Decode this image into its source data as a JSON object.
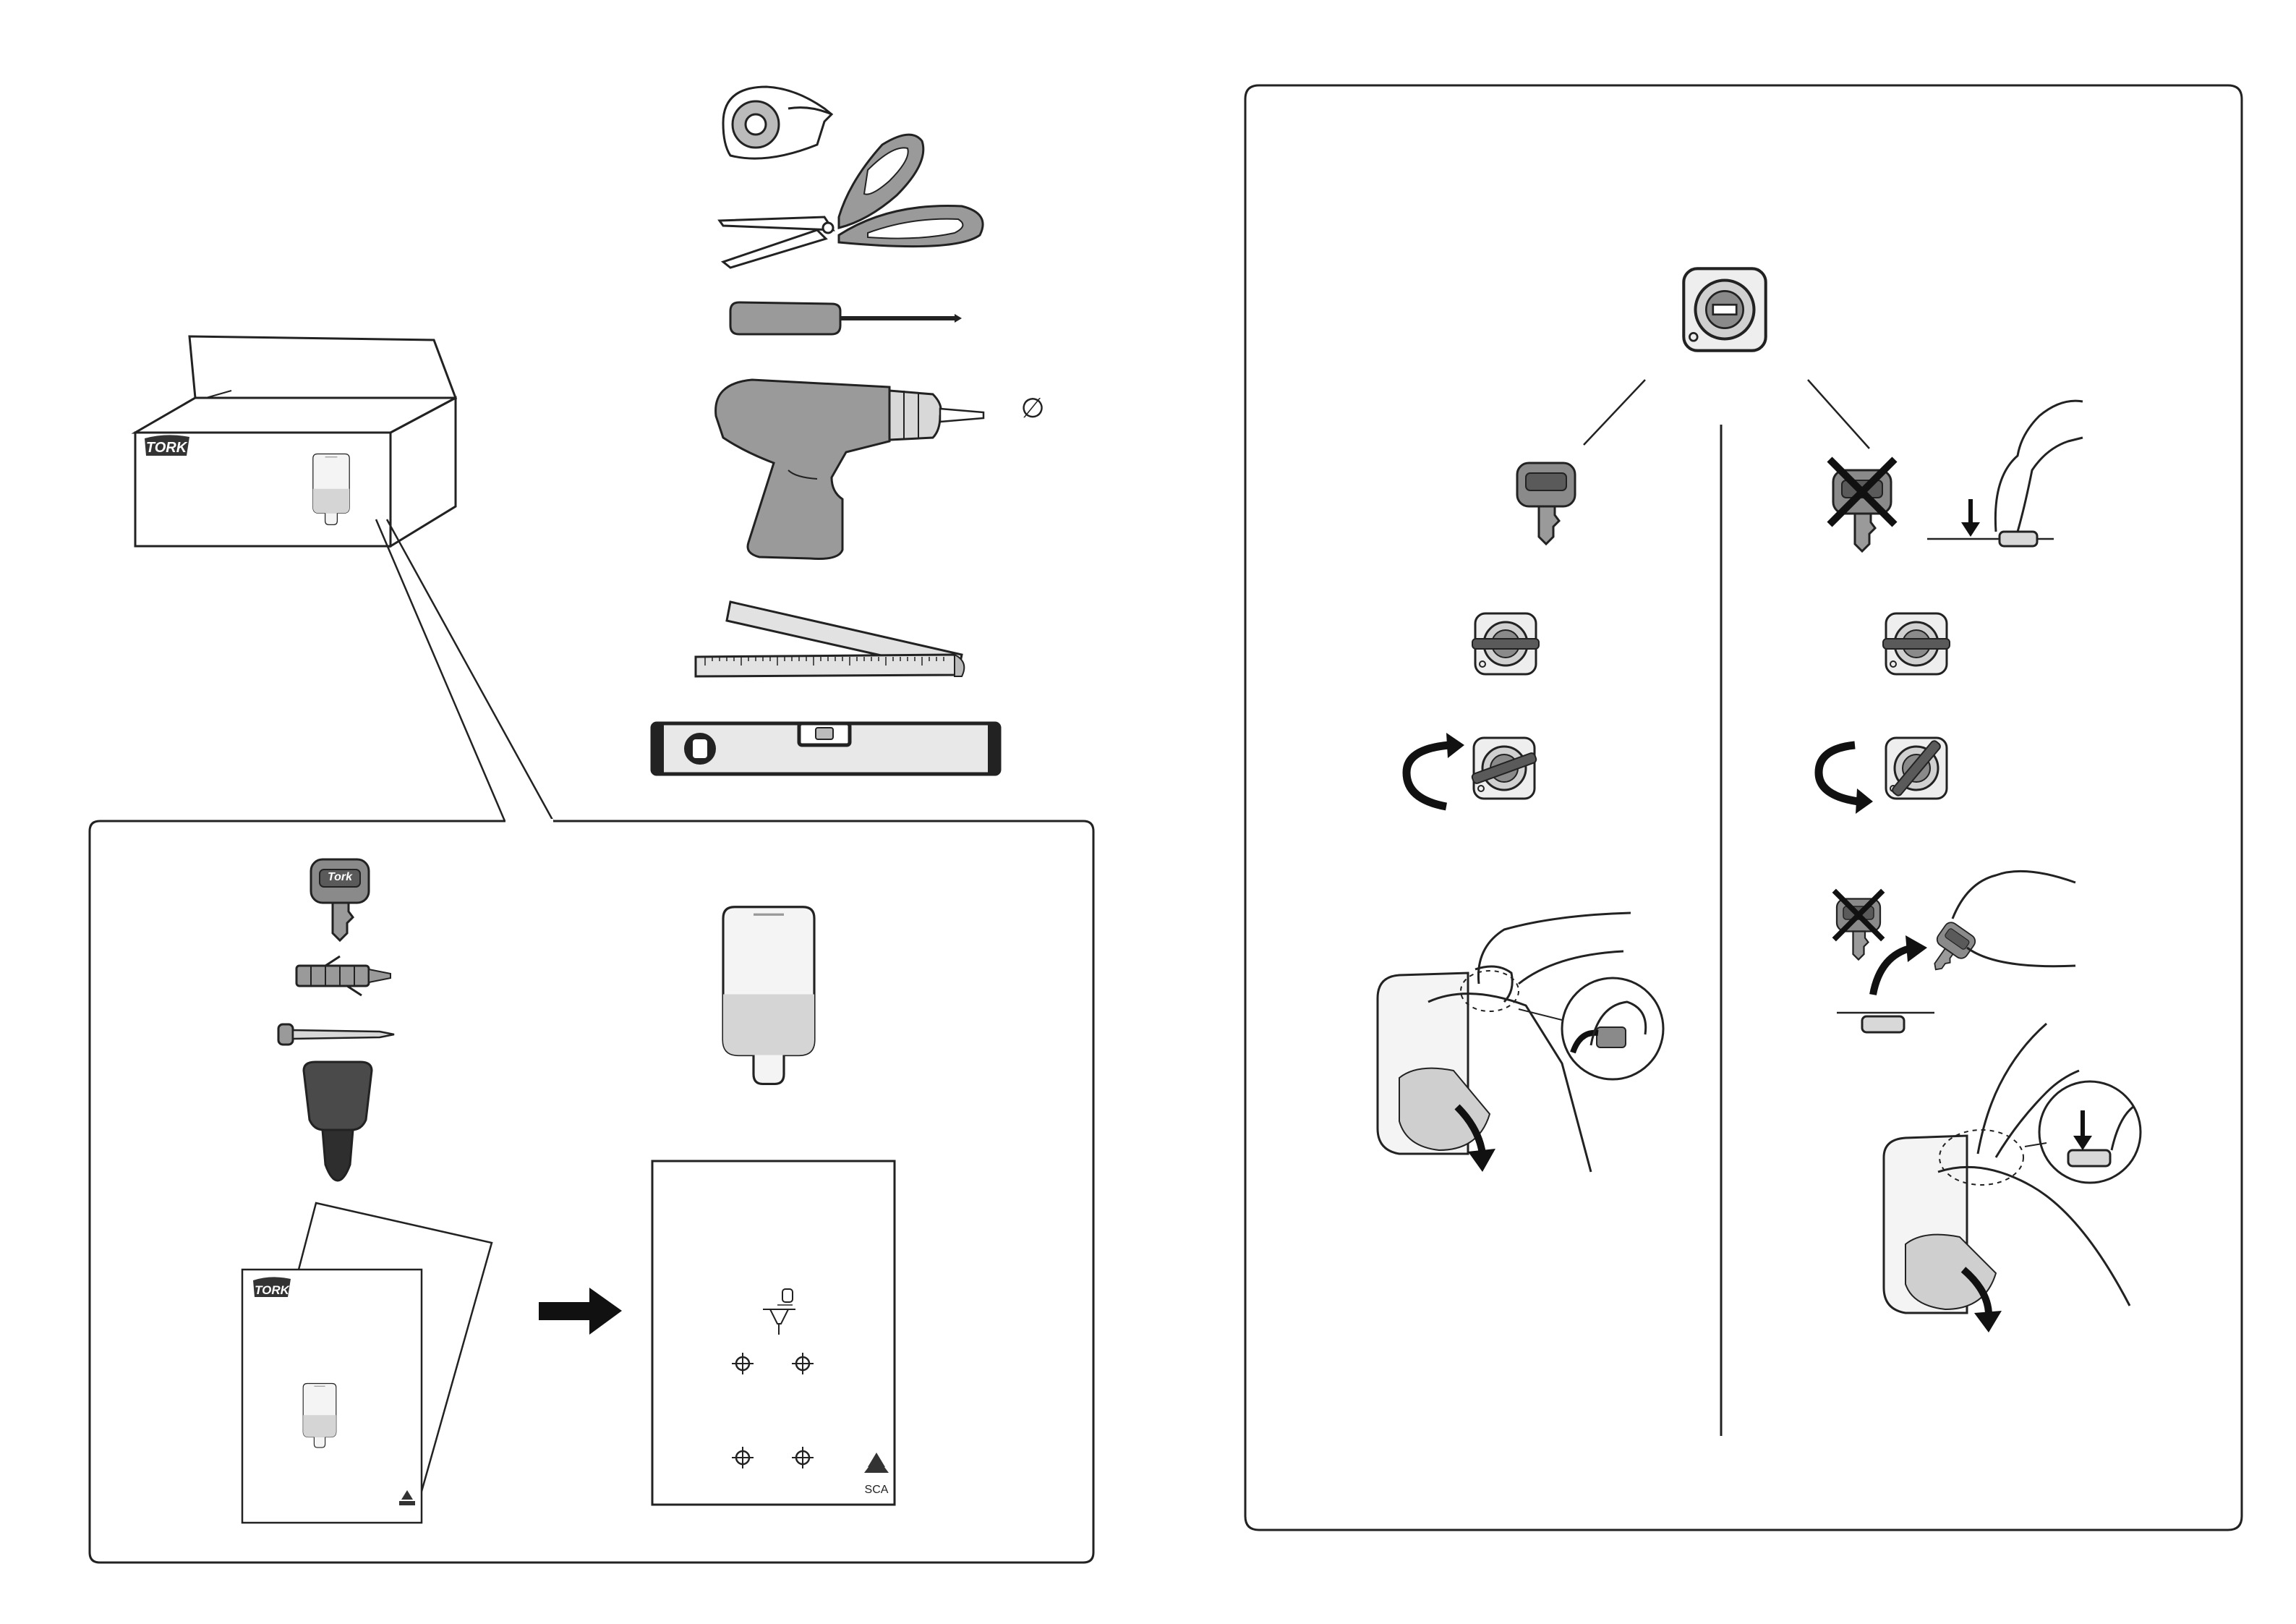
{
  "brand": {
    "box_logo": "TORK",
    "key_logo": "Tork",
    "manual_logo": "TORK"
  },
  "tools": {
    "drill_bit_symbol": "∅"
  },
  "template": {
    "manufacturer_mark": "SCA"
  },
  "colors": {
    "line": "#222222",
    "fill_gray": "#9a9a9a",
    "fill_dark": "#4a4a4a",
    "fill_light": "#d8d8d8",
    "arrow": "#111111"
  }
}
